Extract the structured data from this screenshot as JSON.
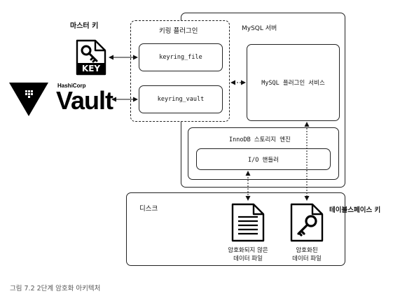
{
  "master_key_label": "마스터 키",
  "key_icon_text": "KEY",
  "vault_logo": {
    "company": "HashiCorp",
    "product": "Vault"
  },
  "keyring_plugin": {
    "title": "키링 플러그인",
    "items": [
      "keyring_file",
      "keyring_vault"
    ]
  },
  "mysql_server": {
    "title": "MySQL 서버",
    "plugin_service": "MySQL 플러그인 서비스",
    "innodb": {
      "title": "InnoDB 스토리지 엔진",
      "io_handler": "I/O 핸들러"
    }
  },
  "disk": {
    "title": "디스크",
    "unencrypted_file": [
      "암호화되지 않은",
      "데이터 파일"
    ],
    "encrypted_file": [
      "암호화된",
      "데이터 파일"
    ]
  },
  "tablespace_key_label": "테이블스페이스 키",
  "caption": "그림 7.2 2단계 암호화 아키텍처",
  "colors": {
    "stroke": "#222222",
    "caption": "#555555",
    "vault_black": "#000000"
  }
}
